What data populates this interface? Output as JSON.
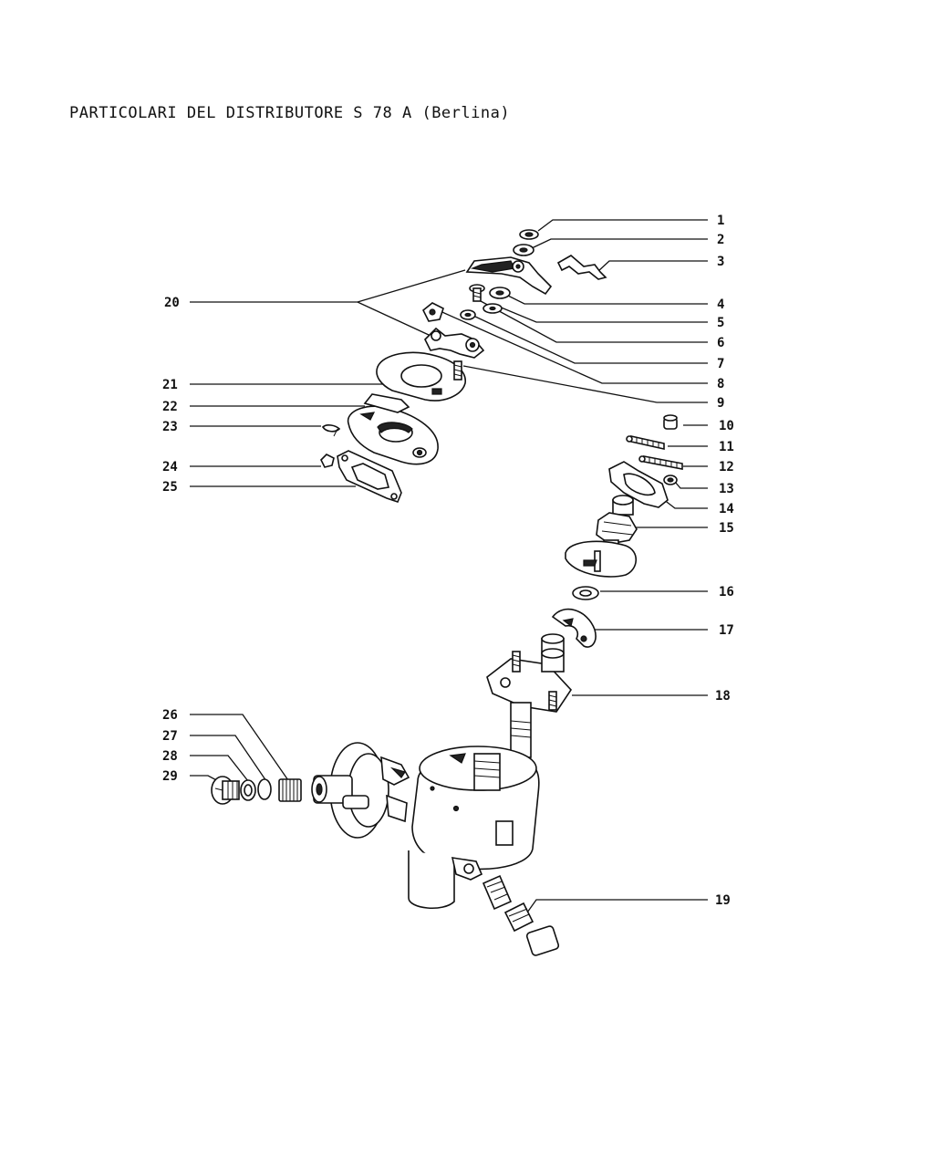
{
  "title": "PARTICOLARI DEL DISTRIBUTORE S 78 A (Berlina)",
  "labels": [
    "1",
    "2",
    "3",
    "4",
    "5",
    "6",
    "7",
    "8",
    "9",
    "10",
    "11",
    "12",
    "13",
    "14",
    "15",
    "16",
    "17",
    "18",
    "19",
    "20",
    "21",
    "22",
    "23",
    "24",
    "25",
    "26",
    "27",
    "28",
    "29"
  ]
}
